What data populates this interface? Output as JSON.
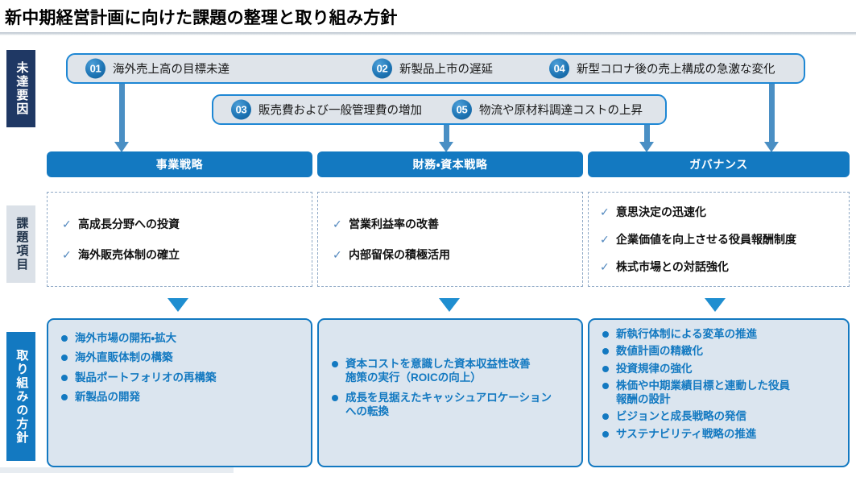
{
  "page": {
    "title": "新中期経営計画に向けた課題の整理と取り組み方針"
  },
  "colors": {
    "accent_blue": "#1379c1",
    "navy": "#1f3864",
    "pill_fill": "#dfe4ea",
    "action_fill": "#dbe5ef",
    "arrow": "#4a8fc4",
    "issue_band": "#dbe1e8"
  },
  "bands": [
    {
      "id": "cause",
      "label": "未達要因"
    },
    {
      "id": "issue",
      "label": "課題項目"
    },
    {
      "id": "action",
      "label": "取り組みの方針"
    }
  ],
  "causes": {
    "row1": [
      {
        "number": "01",
        "label": "海外売上高の目標未達"
      },
      {
        "number": "02",
        "label": "新製品上市の遅延"
      },
      {
        "number": "04",
        "label": "新型コロナ後の売上構成の急激な変化"
      }
    ],
    "row2": [
      {
        "number": "03",
        "label": "販売費および一般管理費の増加"
      },
      {
        "number": "05",
        "label": "物流や原材料調達コストの上昇"
      }
    ]
  },
  "pillars": [
    {
      "id": "business",
      "header": "事業戦略",
      "issues": [
        "高成長分野への投資",
        "海外販売体制の確立"
      ],
      "actions": [
        "海外市場の開拓・拡大",
        "海外直販体制の構築",
        "製品ポートフォリオの再構築",
        "新製品の開発"
      ]
    },
    {
      "id": "finance",
      "header": "財務・資本戦略",
      "issues": [
        "営業利益率の改善",
        "内部留保の積極活用"
      ],
      "actions": [
        "資本コストを意識した資本収益性改善\n施策の実行（ROICの向上）",
        "成長を見据えたキャッシュアロケーション\nへの転換"
      ]
    },
    {
      "id": "governance",
      "header": "ガバナンス",
      "issues": [
        "意思決定の迅速化",
        "企業価値を向上させる役員報酬制度",
        "株式市場との対話強化"
      ],
      "actions": [
        "新執行体制による変革の推進",
        "数値計画の精緻化",
        "投資規律の強化",
        "株価や中期業績目標と連動した役員\n報酬の設計",
        "ビジョンと成長戦略の発信",
        "サステナビリティ戦略の推進"
      ]
    }
  ],
  "icons": {
    "check": "✓",
    "bullet": "●",
    "arrow_down": "▼"
  }
}
